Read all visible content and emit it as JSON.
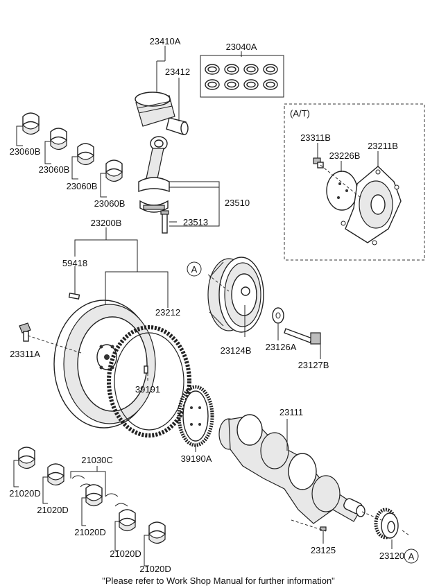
{
  "parts": {
    "p23410A": "23410A",
    "p23040A": "23040A",
    "p23412": "23412",
    "p23060B_1": "23060B",
    "p23060B_2": "23060B",
    "p23060B_3": "23060B",
    "p23060B_4": "23060B",
    "p23510": "23510",
    "p23513": "23513",
    "p23200B": "23200B",
    "p59418": "59418",
    "p23212": "23212",
    "p23311A": "23311A",
    "p39191": "39191",
    "p39190A": "39190A",
    "p23124B": "23124B",
    "p23126A": "23126A",
    "p23127B": "23127B",
    "p23111": "23111",
    "p21030C": "21030C",
    "p21020D_1": "21020D",
    "p21020D_2": "21020D",
    "p21020D_3": "21020D",
    "p21020D_4": "21020D",
    "p21020D_5": "21020D",
    "p23125": "23125",
    "p23120": "23120",
    "p23311B": "23311B",
    "p23226B": "23226B",
    "p23211B": "23211B"
  },
  "at_box": {
    "label": "(A/T)"
  },
  "refs": {
    "ref_a1": "A",
    "ref_a2": "A"
  },
  "footer": {
    "note": "\"Please refer to Work Shop Manual for further information\""
  }
}
